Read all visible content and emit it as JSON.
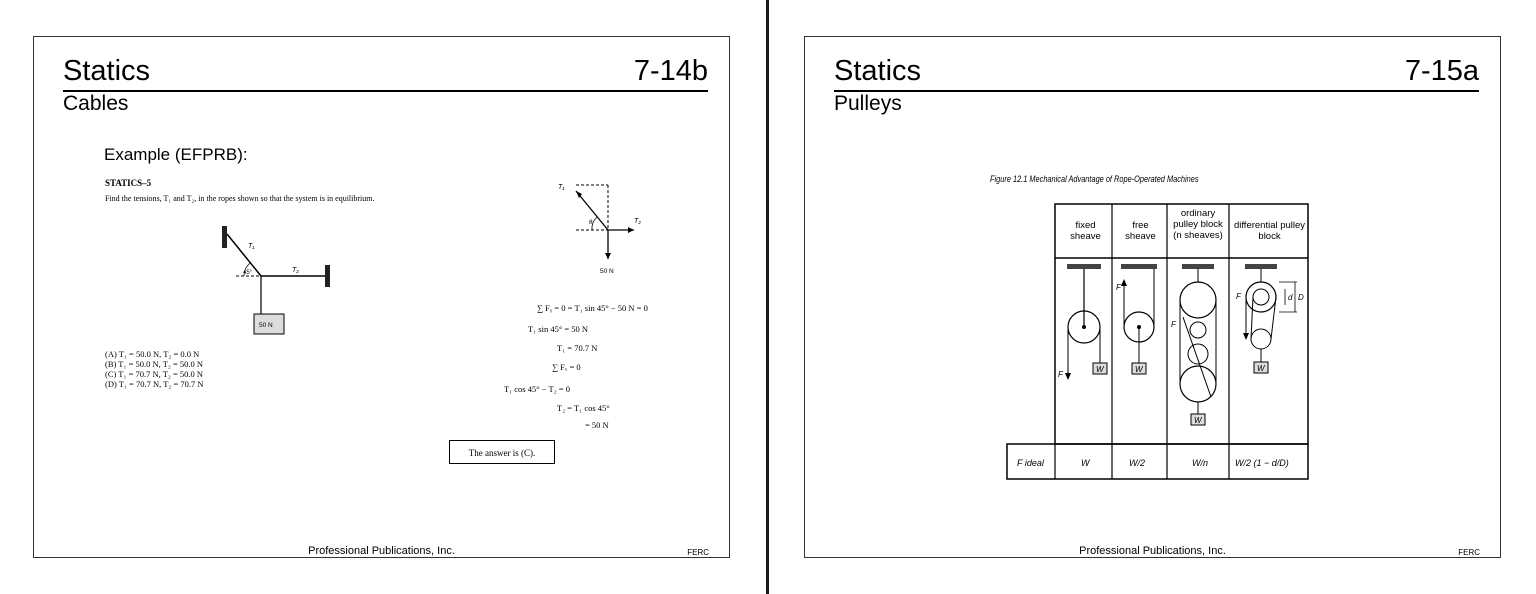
{
  "slide1": {
    "title": "Statics",
    "number": "7-14b",
    "subtitle": "Cables",
    "example_label": "Example (EFPRB):",
    "problem_id": "STATICS–5",
    "problem_text": "Find the tensions, T₁ and T₂, in the ropes shown so that the system is in equilibrium.",
    "diagram": {
      "t1_label": "T₁",
      "t2_label": "T₂",
      "angle_label": "45°",
      "weight_label": "50 N"
    },
    "fbd": {
      "t1_label": "T₁",
      "t2_label": "T₂",
      "theta_label": "θ",
      "weight_label": "50 N"
    },
    "choices": [
      "(A) T₁ = 50.0 N, T₂ = 0.0 N",
      "(B) T₁ = 50.0 N, T₂ = 50.0 N",
      "(C) T₁ = 70.7 N, T₂ = 50.0 N",
      "(D) T₁ = 70.7 N, T₂ = 70.7 N"
    ],
    "equations": {
      "e1": "∑ Fᵧ = 0 = T₁ sin 45° − 50 N = 0",
      "e2": "T₁ sin 45° = 50 N",
      "e3": "T₁ = 70.7 N",
      "e4": "∑ Fₓ = 0",
      "e5": "T₁ cos 45° − T₂ = 0",
      "e6": "T₂ = T₁ cos 45°",
      "e7": "= 50 N"
    },
    "answer": "The answer is (C).",
    "footer": "Professional Publications, Inc.",
    "ferc": "FERC"
  },
  "slide2": {
    "title": "Statics",
    "number": "7-15a",
    "subtitle": "Pulleys",
    "figure_caption": "Figure 12.1  Mechanical Advantage of Rope-Operated Machines",
    "columns": [
      "fixed sheave",
      "free sheave",
      "ordinary pulley block (n sheaves)",
      "differential pulley block"
    ],
    "row_label": "F ideal",
    "ideal": [
      "W",
      "W/2",
      "W/n",
      "W/2 (1 − d/D)"
    ],
    "labels": {
      "F": "F",
      "W": "W",
      "d": "d",
      "D": "D"
    },
    "footer": "Professional Publications, Inc.",
    "ferc": "FERC"
  }
}
